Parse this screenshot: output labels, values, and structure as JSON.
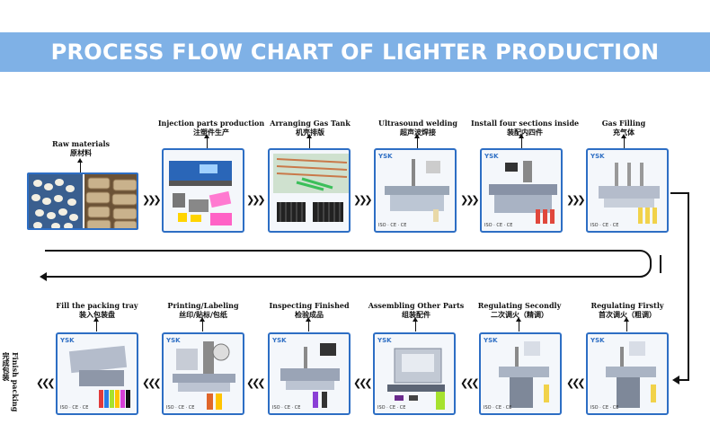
{
  "title": "PROCESS FLOW CHART OF LIGHTER PRODUCTION",
  "brand": "YSK",
  "cert_marks": "ISO · CE · CE",
  "top_row": [
    {
      "en": "Raw materials",
      "zh": "原材料"
    },
    {
      "en": "Injection parts production",
      "zh": "注塑件生产"
    },
    {
      "en": "Arranging Gas Tank",
      "zh": "机壳排版"
    },
    {
      "en": "Ultrasound welding",
      "zh": "超声波焊接"
    },
    {
      "en": "Install four sections inside",
      "zh": "装配内四件"
    },
    {
      "en": "Gas Filling",
      "zh": "充气体"
    }
  ],
  "bottom_row": [
    {
      "en": "Regulating Firstly",
      "zh": "首次调火（粗调）"
    },
    {
      "en": "Regulating Secondly",
      "zh": "二次调火（精调）"
    },
    {
      "en": "Assembling Other Parts",
      "zh": "组装配件"
    },
    {
      "en": "Inspecting Finished",
      "zh": "检验成品"
    },
    {
      "en": "Printing/Labeling",
      "zh": "丝印/贴标/包纸"
    },
    {
      "en": "Fill the packing tray",
      "zh": "装入包装盘"
    }
  ],
  "final": {
    "en": "Finish packing",
    "zh": "完成包装"
  },
  "colors": {
    "banner": "#7fb1e6",
    "frame": "#2d6ec4",
    "arrow": "#111111"
  }
}
